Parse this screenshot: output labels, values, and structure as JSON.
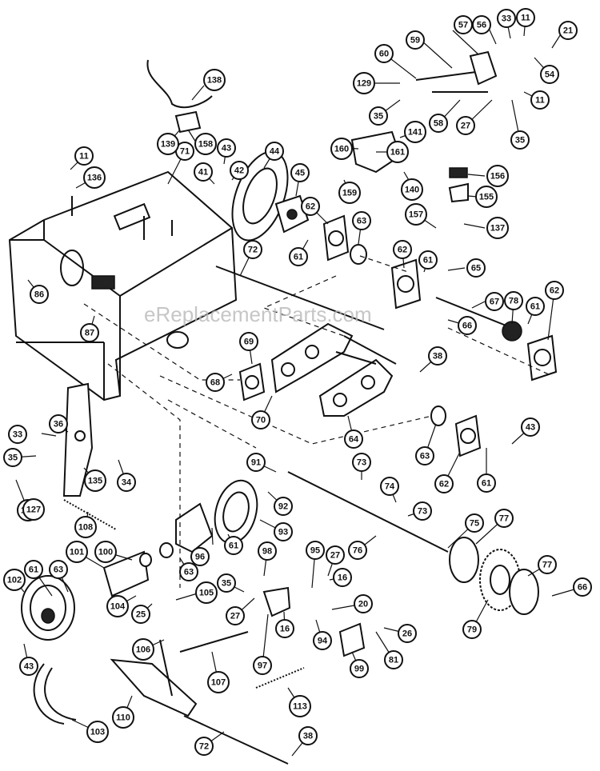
{
  "watermark": "eReplacementParts.com",
  "callouts": [
    "11",
    "136",
    "71",
    "41",
    "43",
    "42",
    "44",
    "45",
    "62",
    "63",
    "61",
    "72",
    "86",
    "87",
    "138",
    "139",
    "158",
    "60",
    "59",
    "57",
    "56",
    "33",
    "21",
    "54",
    "129",
    "35",
    "58",
    "27",
    "160",
    "141",
    "161",
    "159",
    "140",
    "156",
    "155",
    "157",
    "137",
    "65",
    "67",
    "78",
    "66",
    "69",
    "68",
    "70",
    "64",
    "38",
    "36",
    "34",
    "135",
    "127",
    "108",
    "91",
    "92",
    "73",
    "74",
    "75",
    "77",
    "76",
    "93",
    "98",
    "95",
    "16",
    "20",
    "94",
    "97",
    "96",
    "100",
    "101",
    "102",
    "104",
    "25",
    "105",
    "106",
    "107",
    "110",
    "103",
    "113",
    "26",
    "81",
    "99",
    "79"
  ]
}
